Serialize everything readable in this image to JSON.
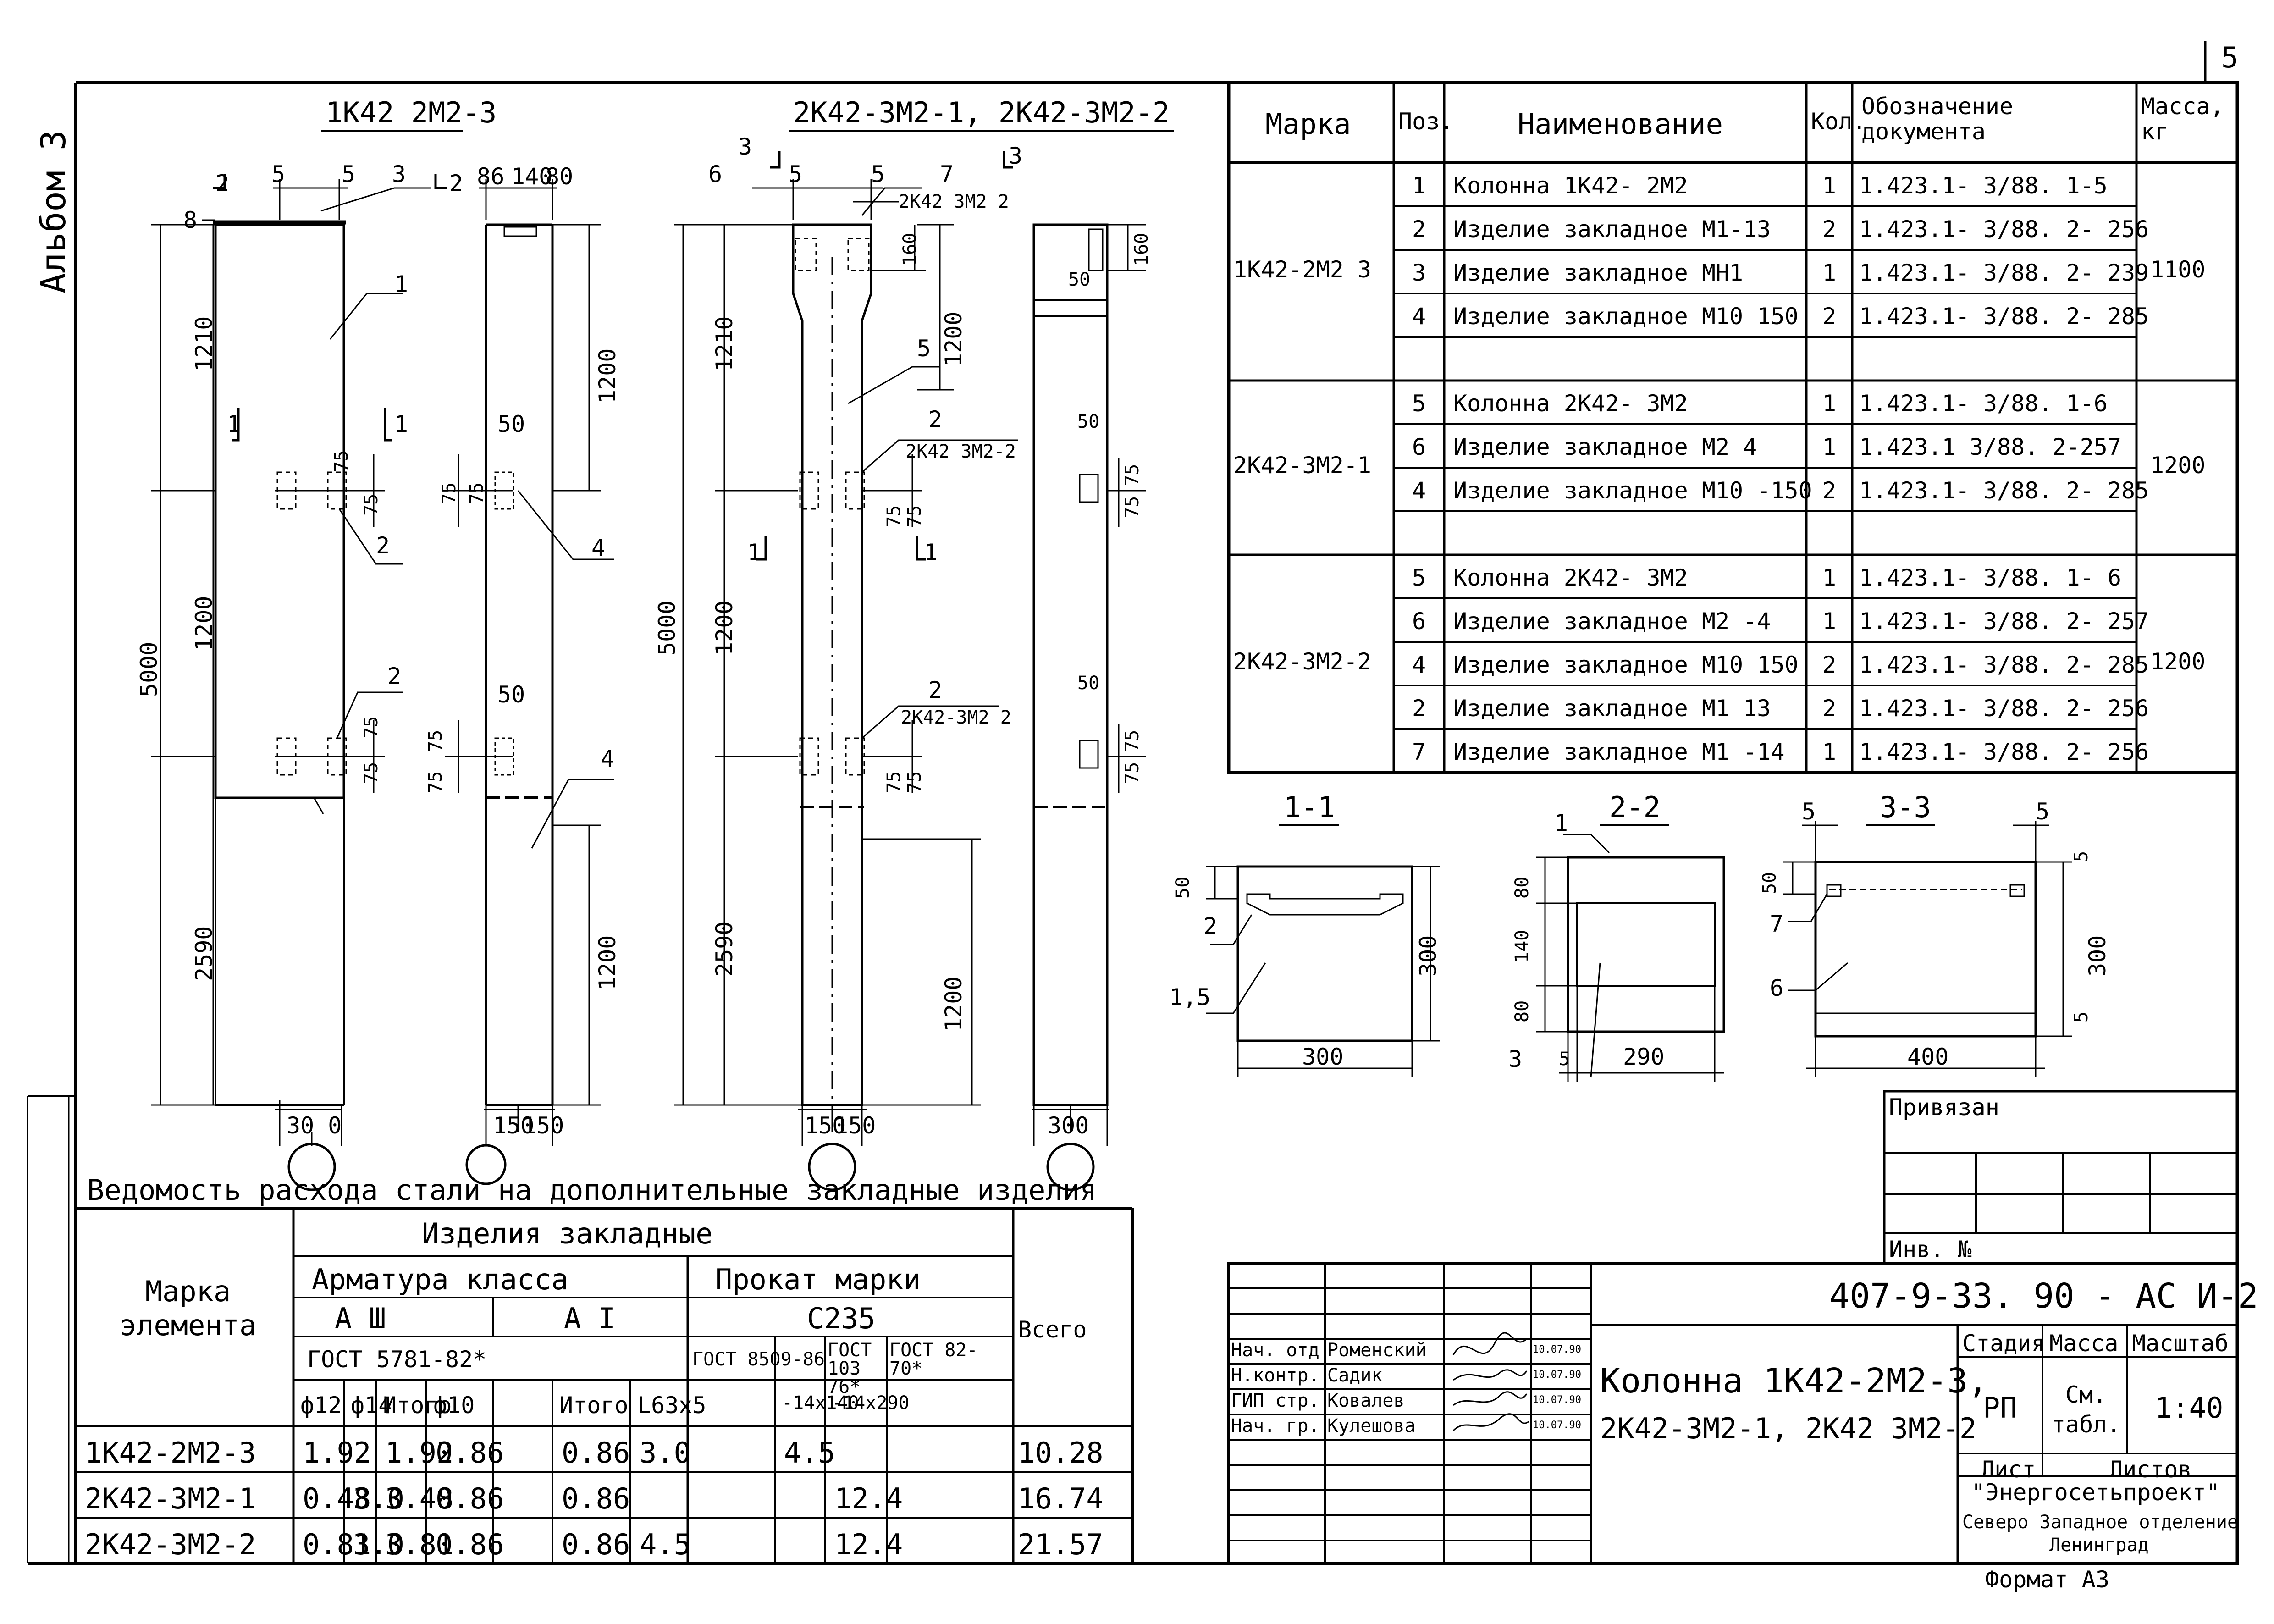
{
  "page": {
    "sheet_number": "5",
    "album_label": "Альбом 3",
    "format": "Формат А3"
  },
  "drawings": {
    "col1_title": "1К42 2М2-3",
    "col2_title": "2К42-3М2-1, 2К42-3М2-2",
    "dims": {
      "d8": "8",
      "d5": "5",
      "d86": "86",
      "d140": "140",
      "d80": "80",
      "d1210": "1210",
      "d1200": "1200",
      "d2590": "2590",
      "d5000": "5000",
      "d75": "75",
      "d50": "50",
      "d160": "160",
      "d300": "300",
      "d150": "150",
      "d30_0": "30 0"
    },
    "callouts": {
      "n1": "1",
      "n2": "2",
      "n3": "3",
      "n4": "4",
      "n5": "5",
      "n6": "6",
      "n7": "7",
      "sec1": "1",
      "sec2": "2",
      "sec3": "3",
      "tag_2k42_3m2_2": "2К42 3М2 2",
      "tag_2k42_3m2_2b": "2К42 3М2-2",
      "tag_2k42_3m2_2c": "2К42-3М2 2"
    }
  },
  "sections": {
    "s11": {
      "title": "1-1",
      "w": "300",
      "h": "300",
      "d50": "50",
      "lbl2": "2",
      "lbl15": "1,5"
    },
    "s22": {
      "title": "2-2",
      "w": "290",
      "d80a": "80",
      "d140": "140",
      "d80b": "80",
      "lbl1": "1",
      "lbl3": "3",
      "d5": "5"
    },
    "s33": {
      "title": "3-3",
      "w": "400",
      "h": "300",
      "d50": "50",
      "d5a": "5",
      "d5b": "5",
      "d5c": "5",
      "d5d": "5",
      "lbl7": "7",
      "lbl6": "6"
    }
  },
  "spec_table": {
    "headers": [
      "Марка",
      "Поз.",
      "Наименование",
      "Кол.",
      "Обозначение документа",
      "Масса, кг"
    ],
    "groups": [
      {
        "marka": "1К42-2М2 3",
        "mass": "1100",
        "rows": [
          {
            "pos": "1",
            "name": "Колонна 1К42- 2М2",
            "qty": "1",
            "doc": "1.423.1- 3/88. 1-5"
          },
          {
            "pos": "2",
            "name": "Изделие закладное М1-13",
            "qty": "2",
            "doc": "1.423.1- 3/88. 2- 256"
          },
          {
            "pos": "3",
            "name": "Изделие закладное МН1",
            "qty": "1",
            "doc": "1.423.1- 3/88. 2- 239"
          },
          {
            "pos": "4",
            "name": "Изделие закладное М10 150",
            "qty": "2",
            "doc": "1.423.1- 3/88. 2- 285"
          },
          {
            "pos": "",
            "name": "",
            "qty": "",
            "doc": ""
          }
        ]
      },
      {
        "marka": "2К42-3М2-1",
        "mass": "1200",
        "rows": [
          {
            "pos": "5",
            "name": "Колонна 2К42- 3М2",
            "qty": "1",
            "doc": "1.423.1- 3/88. 1-6"
          },
          {
            "pos": "6",
            "name": "Изделие закладное М2 4",
            "qty": "1",
            "doc": "1.423.1 3/88. 2-257"
          },
          {
            "pos": "4",
            "name": "Изделие закладное М10 -150",
            "qty": "2",
            "doc": "1.423.1- 3/88. 2- 285"
          },
          {
            "pos": "",
            "name": "",
            "qty": "",
            "doc": ""
          }
        ]
      },
      {
        "marka": "2К42-3М2-2",
        "mass": "1200",
        "rows": [
          {
            "pos": "5",
            "name": "Колонна 2К42- 3М2",
            "qty": "1",
            "doc": "1.423.1- 3/88. 1- 6"
          },
          {
            "pos": "6",
            "name": "Изделие закладное М2 -4",
            "qty": "1",
            "doc": "1.423.1- 3/88. 2- 257"
          },
          {
            "pos": "4",
            "name": "Изделие закладное М10 150",
            "qty": "2",
            "doc": "1.423.1- 3/88. 2- 285"
          },
          {
            "pos": "2",
            "name": "Изделие закладное М1 13",
            "qty": "2",
            "doc": "1.423.1- 3/88. 2- 256"
          },
          {
            "pos": "7",
            "name": "Изделие закладное М1 -14",
            "qty": "1",
            "doc": "1.423.1- 3/88. 2- 256"
          }
        ]
      }
    ]
  },
  "steel_table": {
    "title": "Ведомость расхода стали на дополнительные закладные изделия",
    "h_marka": "Марка элемента",
    "h_izd": "Изделия закладные",
    "h_arm": "Арматура класса",
    "h_prokat": "Прокат марки",
    "h_vsego": "Всего",
    "h_a3": "А Ш",
    "h_a1": "А I",
    "h_c235": "С235",
    "h_gost5781": "ГОСТ 5781-82*",
    "h_gost8509": "ГОСТ 8509-86",
    "h_gost103": "ГОСТ 103 76*",
    "h_gost82": "ГОСТ 82-70*",
    "cols": [
      "ф12",
      "ф14",
      "Итого",
      "ф10",
      "",
      "Итого",
      "L63х5",
      "",
      "-14х140",
      "-14х290"
    ],
    "rows": [
      {
        "name": "1К42-2М2-3",
        "vals": [
          "1.92",
          "",
          "1.92",
          "0.86",
          "",
          "0.86",
          "3.0",
          "",
          "4.5",
          ""
        ],
        "total": "10.28"
      },
      {
        "name": "2К42-3М2-1",
        "vals": [
          "0.48",
          "3.0",
          "3.48",
          "0.86",
          "",
          "0.86",
          "",
          "",
          "",
          "12.4"
        ],
        "total": "16.74"
      },
      {
        "name": "2К42-3М2-2",
        "vals": [
          "0.81",
          "3.0",
          "3.81",
          "0.86",
          "",
          "0.86",
          "4.5",
          "",
          "",
          "12.4"
        ],
        "total": "21.57"
      }
    ]
  },
  "title_block": {
    "privyazan": "Привязан",
    "inv": "Инв. №",
    "code": "407-9-33. 90 - АС И-2",
    "title_line1": "Колонна 1К42-2М2-3,",
    "title_line2": "2К42-3М2-1, 2К42 3М2-2",
    "stadia_h": "Стадия",
    "massa_h": "Масса",
    "masshtab_h": "Масштаб",
    "stadia": "РП",
    "massa": "См. табл.",
    "masshtab": "1:40",
    "list_h": "Лист",
    "listov_h": "Листов",
    "org1": "\"Энергосетьпроект\"",
    "org2": "Северо Западное отделение",
    "org3": "Ленинград",
    "signers": [
      {
        "role": "Нач. отд.",
        "name": "Роменский",
        "date": "10.07.90"
      },
      {
        "role": "Н.контр.",
        "name": "Садик",
        "date": "10.07.90"
      },
      {
        "role": "ГИП стр.",
        "name": "Ковалев",
        "date": "10.07.90"
      },
      {
        "role": "Нач. гр.",
        "name": "Кулешова",
        "date": "10.07.90"
      }
    ]
  }
}
